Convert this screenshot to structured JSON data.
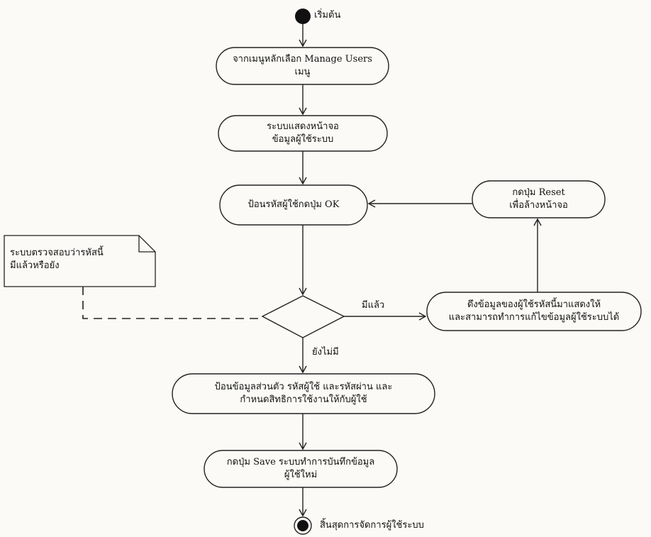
{
  "diagram": {
    "start_label": "เริ่มต้น",
    "end_label": "สิ้นสุดการจัดการผู้ใช้ระบบ",
    "nodes": {
      "manage_menu": {
        "line1": "จากเมนูหลักเลือก Manage Users",
        "line2": "เมนู"
      },
      "show_screen": {
        "line1": "ระบบแสดงหน้าจอ",
        "line2": "ข้อมูลผู้ใช้ระบบ"
      },
      "enter_id": {
        "line1": "ป้อนรหัสผู้ใช้กดปุ่ม OK"
      },
      "reset": {
        "line1": "กดปุ่ม Reset",
        "line2": "เพื่อล้างหน้าจอ"
      },
      "fetch": {
        "line1": "ดึงข้อมูลของผู้ใช้รหัสนี้มาแสดงให้",
        "line2": "และสามารถทำการแก้ไขข้อมูลผู้ใช้ระบบได้"
      },
      "personal": {
        "line1": "ป้อนข้อมูลส่วนตัว รหัสผู้ใช้ และรหัสผ่าน และ",
        "line2": "กำหนดสิทธิการใช้งานให้กับผู้ใช้"
      },
      "save": {
        "line1": "กดปุ่ม Save ระบบทำการบันทึกข้อมูล",
        "line2": "ผู้ใช้ใหม่"
      }
    },
    "note": {
      "line1": "ระบบตรวจสอบว่ารหัสนี้",
      "line2": "มีแล้วหรือยัง"
    },
    "guards": {
      "exists": "มีแล้ว",
      "not_exists": "ยังไม่มี"
    }
  }
}
